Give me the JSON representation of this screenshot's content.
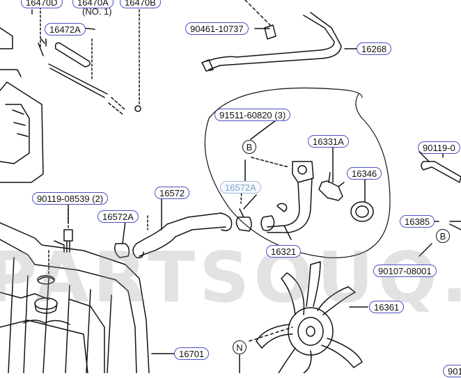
{
  "colors": {
    "tag_border": "#4a4fc4",
    "line": "#111111",
    "watermark": "#969696"
  },
  "watermark_text": "PARTSOUQ.COM",
  "labels": {
    "l16470d": "16470D",
    "l16470a": "16470A",
    "l16470a_note": "(NO. 1)",
    "l16470b": "16470B",
    "l16472a": "16472A",
    "l90461": "90461-10737",
    "l16268": "16268",
    "l91511": "91511-60820 (3)",
    "l16331a": "16331A",
    "l16346": "16346",
    "l90119_top": "90119-0",
    "l90119_left": "90119-08539 (2)",
    "l16572": "16572",
    "l16572a_dim": "16572A",
    "l16572a": "16572A",
    "l16321": "16321",
    "l16385": "16385",
    "l90107": "90107-08001",
    "l16361": "16361",
    "l16701": "16701",
    "l901_bottom": "901"
  },
  "callouts": {
    "b1": "B",
    "b2": "B",
    "n": "N"
  }
}
